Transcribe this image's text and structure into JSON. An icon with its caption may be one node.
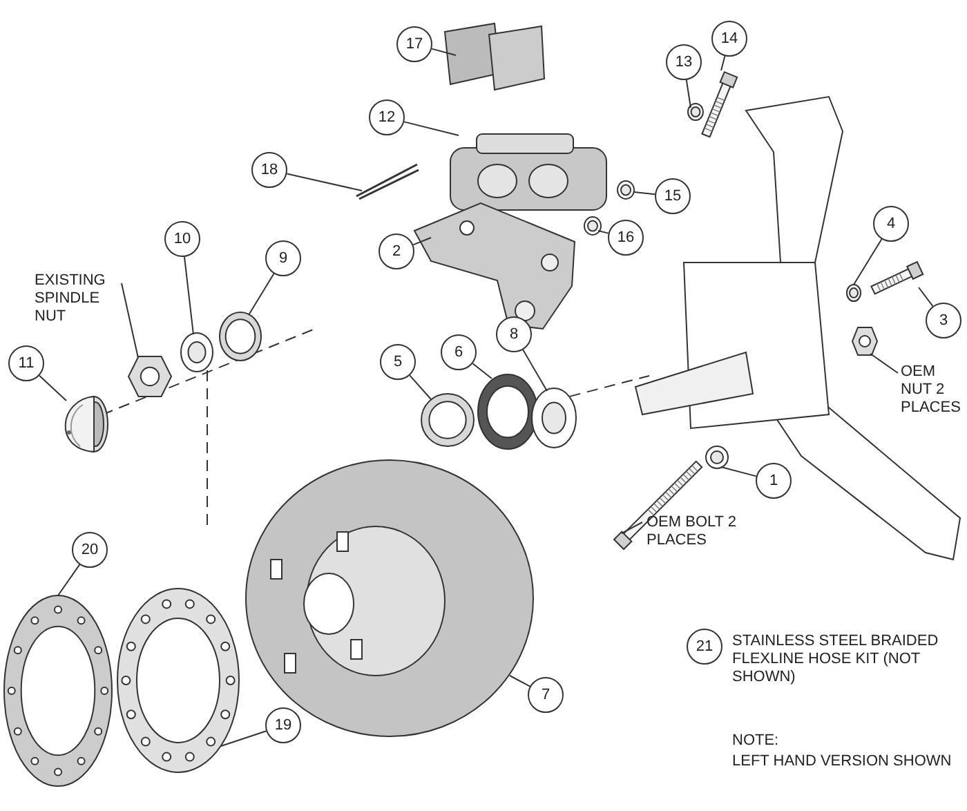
{
  "diagram": {
    "nodes": [
      {
        "text": [
          "17"
        ]
      },
      {
        "text": [
          "14"
        ]
      },
      {
        "text": [
          "13"
        ]
      },
      {
        "text": [
          "12"
        ]
      },
      {
        "text": [
          "18"
        ]
      },
      {
        "text": [
          "15"
        ]
      },
      {
        "text": [
          "16"
        ]
      },
      {
        "text": [
          "2"
        ]
      },
      {
        "text": [
          "4"
        ]
      },
      {
        "text": [
          "10"
        ]
      },
      {
        "text": [
          "9"
        ]
      },
      {
        "text": [
          "EXISTING SPINDLE NUT"
        ]
      },
      {
        "text": [
          "3"
        ]
      },
      {
        "text": [
          "11"
        ]
      },
      {
        "text": [
          "OEM NUT 2 PLACES"
        ]
      },
      {
        "text": [
          "5"
        ]
      },
      {
        "text": [
          "6"
        ]
      },
      {
        "text": [
          "8"
        ]
      },
      {
        "text": [
          "1"
        ]
      },
      {
        "text": [
          "OEM BOLT 2 PLACES"
        ]
      },
      {
        "text": [
          "20"
        ]
      },
      {
        "text": [
          "21"
        ],
        "beside": [
          "STAINLESS STEEL BRAIDED FLEXLINE HOSE KIT (NOT SHOWN)"
        ]
      },
      {
        "text": [
          "7"
        ]
      },
      {
        "text": [
          "19"
        ]
      },
      {
        "text": [],
        "shape": "picture"
      },
      {
        "text": [],
        "shape": "picture"
      },
      {
        "text": [],
        "shape": "picture"
      },
      {
        "text": [],
        "shape": "picture"
      },
      {
        "text": [],
        "shape": "picture"
      },
      {
        "text": [],
        "shape": "picture"
      },
      {
        "text": [],
        "shape": "picture"
      },
      {
        "text": [],
        "shape": "picture"
      },
      {
        "text": [],
        "shape": "picture"
      },
      {
        "text": [],
        "shape": "picture"
      },
      {
        "text": [],
        "shape": "picture"
      },
      {
        "text": [],
        "shape": "picture"
      },
      {
        "text": [],
        "shape": "picture"
      },
      {
        "text": [],
        "shape": "picture"
      },
      {
        "text": [],
        "shape": "picture"
      },
      {
        "text": [],
        "shape": "picture"
      },
      {
        "text": [],
        "shape": "picture"
      },
      {
        "text": [],
        "shape": "picture"
      },
      {
        "text": [],
        "shape": "picture"
      },
      {
        "text": [],
        "shape": "picture"
      },
      {
        "text": [],
        "shape": "picture"
      },
      {
        "text": [],
        "shape": "picture"
      },
      {
        "text": [],
        "shape": "picture"
      }
    ],
    "edges": [
      {
        "from": 0,
        "to": 24,
        "arrow": "none"
      },
      {
        "from": 1,
        "to": 25,
        "arrow": "none"
      },
      {
        "from": 2,
        "to": 26,
        "arrow": "none"
      },
      {
        "from": 3,
        "to": 27,
        "arrow": "none"
      },
      {
        "from": 4,
        "to": 28,
        "arrow": "none"
      },
      {
        "from": 5,
        "to": 29,
        "arrow": "none"
      },
      {
        "from": 6,
        "to": 30,
        "arrow": "none"
      },
      {
        "from": 7,
        "to": 31,
        "arrow": "none"
      },
      {
        "from": 8,
        "to": 32,
        "arrow": "none"
      },
      {
        "from": 9,
        "to": 33,
        "arrow": "none"
      },
      {
        "from": 10,
        "to": 34,
        "arrow": "none"
      },
      {
        "from": 11,
        "to": 35,
        "arrow": "none"
      },
      {
        "from": 12,
        "to": 36,
        "arrow": "none"
      },
      {
        "from": 13,
        "to": 37,
        "arrow": "none"
      },
      {
        "from": 14,
        "to": 38,
        "arrow": "none"
      },
      {
        "from": 15,
        "to": 39,
        "arrow": "none"
      },
      {
        "from": 16,
        "to": 40,
        "arrow": "none"
      },
      {
        "from": 17,
        "to": 41,
        "arrow": "none"
      },
      {
        "from": 18,
        "to": 42,
        "arrow": "none"
      },
      {
        "from": 19,
        "to": 43,
        "arrow": "none"
      },
      {
        "from": 20,
        "to": 44,
        "arrow": "none"
      },
      {
        "from": 22,
        "to": 45,
        "arrow": "none"
      },
      {
        "from": 23,
        "to": 46,
        "arrow": "none"
      }
    ],
    "labels": [
      "NOTE:",
      "LEFT HAND VERSION SHOWN"
    ]
  }
}
